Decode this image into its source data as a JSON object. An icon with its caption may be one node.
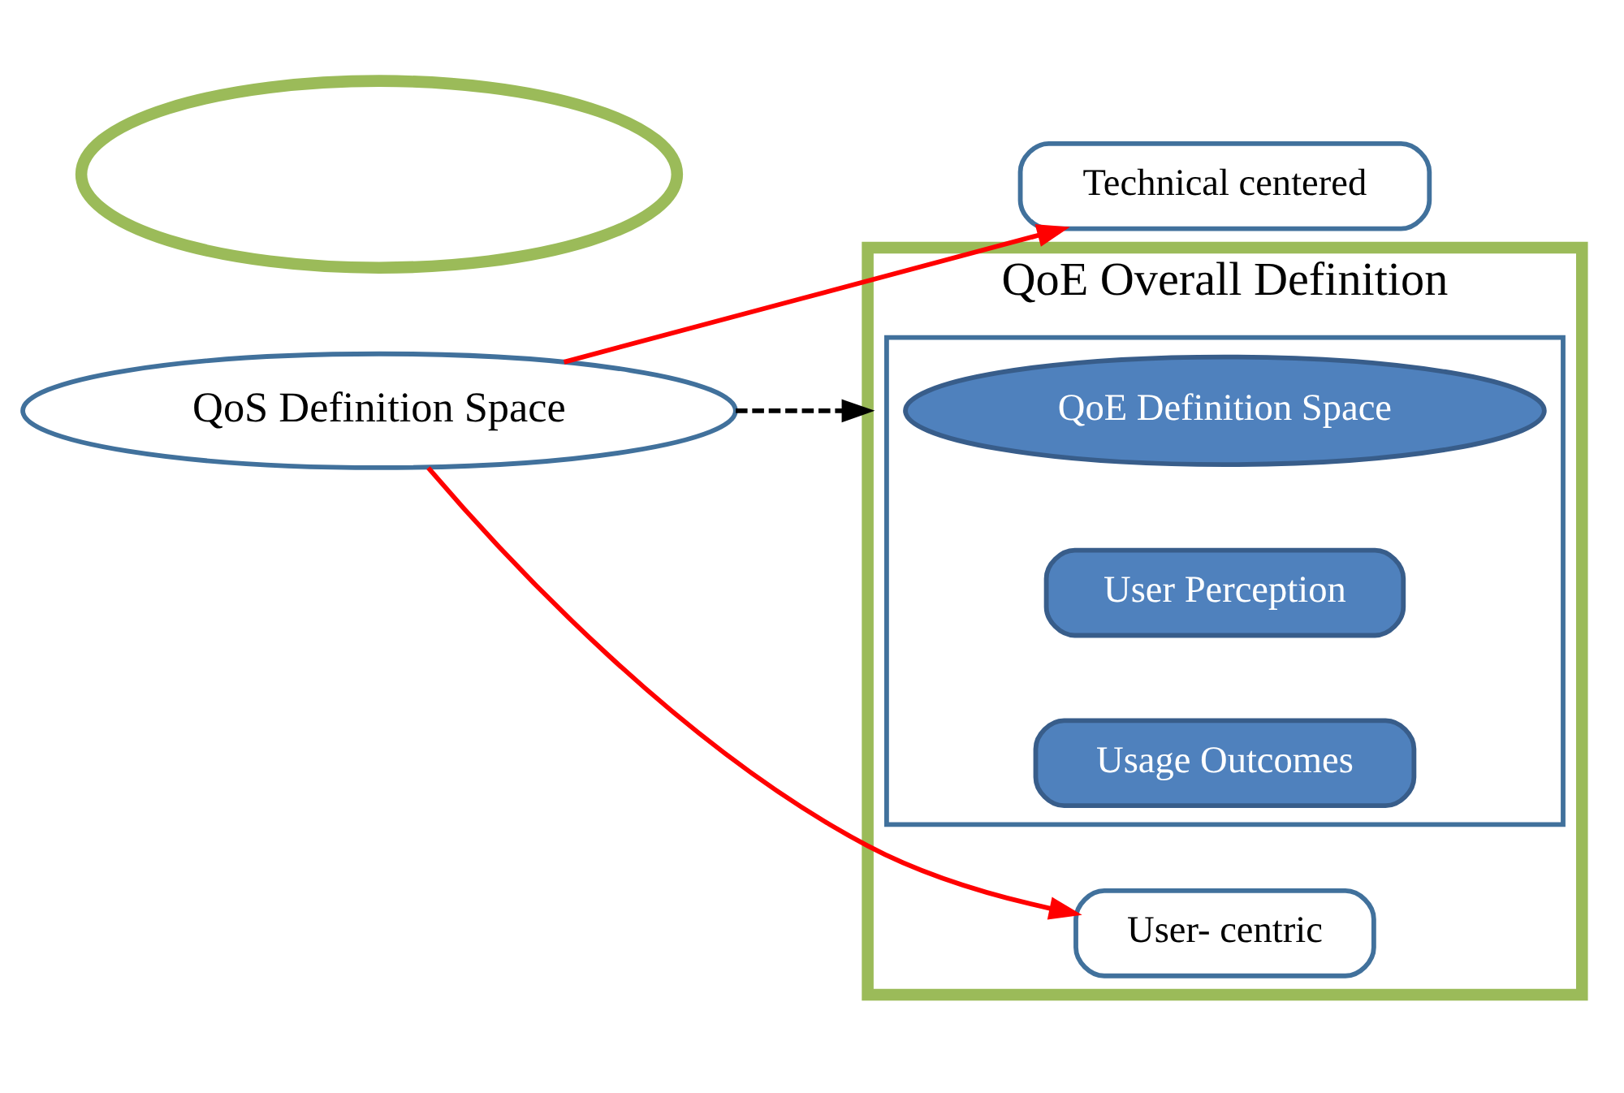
{
  "diagram": {
    "nodes": [
      {
        "text": [
          "QoS Definition Space"
        ]
      },
      {
        "text": [
          "Technical centered"
        ]
      },
      {
        "text": [
          "QoE Overall Definition"
        ]
      },
      {
        "text": [],
        "shape": "triangle",
        "in": 2
      },
      {
        "text": [
          "QoE Definition Space"
        ],
        "in": 3
      },
      {
        "text": [],
        "shape": "ellipse"
      },
      {
        "text": [
          "User- centric"
        ],
        "in": 2
      },
      {
        "text": [
          "User Perception"
        ],
        "in": 3
      },
      {
        "text": [
          "Usage Outcomes"
        ],
        "in": 3
      }
    ],
    "edges": [
      {
        "from": 0,
        "to": 1,
        "arrow": "to"
      },
      {
        "from": 0,
        "to": 2,
        "arrow": "to",
        "style": "dashed",
        "color": "#000000"
      },
      {
        "from": 0,
        "to": 6,
        "arrow": "to"
      }
    ]
  }
}
